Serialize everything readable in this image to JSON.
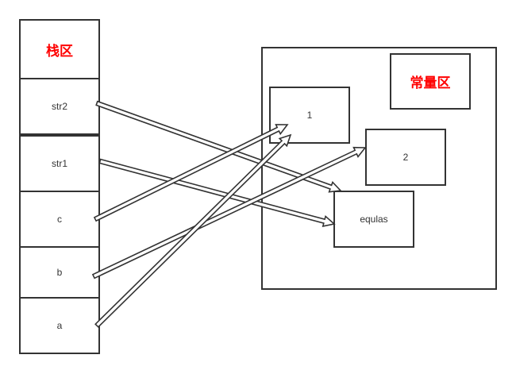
{
  "stack": {
    "title": "栈区",
    "cells": [
      "str2",
      "str1",
      "c",
      "b",
      "a"
    ]
  },
  "constant_pool": {
    "title": "常量区",
    "values": {
      "one": "1",
      "two": "2",
      "equlas": "equlas"
    }
  },
  "colors": {
    "title": "#ff0000",
    "stroke": "#333333"
  },
  "references": [
    {
      "from": "str2",
      "to": "equlas"
    },
    {
      "from": "str1",
      "to": "equlas"
    },
    {
      "from": "c",
      "to": "1"
    },
    {
      "from": "b",
      "to": "2"
    },
    {
      "from": "a",
      "to": "1"
    }
  ]
}
